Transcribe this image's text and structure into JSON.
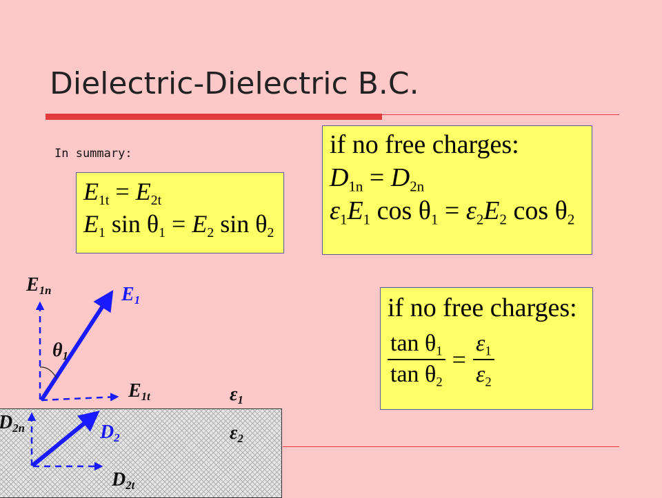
{
  "title": "Dielectric-Dielectric B.C.",
  "summary_label": "In summary:",
  "tangential_box": {
    "eq1": {
      "left": "E",
      "left_sub": "1t",
      "op": " = ",
      "right": "E",
      "right_sub": "2t"
    },
    "eq2": {
      "a": "E",
      "a_sub": "1",
      "b": " sin θ",
      "b_sub": "1",
      "op": " = ",
      "c": "E",
      "c_sub": "2",
      "d": " sin θ",
      "d_sub": "2"
    }
  },
  "normal_box": {
    "heading": "if no free charges:",
    "eq1": {
      "a": "D",
      "a_sub": "1n",
      "op": " = ",
      "b": "D",
      "b_sub": "2n"
    },
    "eq2": {
      "a": "ε",
      "a_sub": "1",
      "b": "E",
      "b_sub": "1",
      "c": " cos θ",
      "c_sub": "1",
      "op": " = ",
      "d": "ε",
      "d_sub": "2",
      "e": "E",
      "e_sub": "2",
      "f": " cos θ",
      "f_sub": "2"
    }
  },
  "ratio_box": {
    "heading": "if no free charges:",
    "num_left": "tan θ",
    "num_left_sub": "1",
    "den_left": "tan θ",
    "den_left_sub": "2",
    "op": "=",
    "num_right": "ε",
    "num_right_sub": "1",
    "den_right": "ε",
    "den_right_sub": "2"
  },
  "diagram": {
    "E1n": {
      "main": "E",
      "sub": "1n"
    },
    "E1": {
      "main": "E",
      "sub": "1"
    },
    "theta1": {
      "main": "θ",
      "sub": "1"
    },
    "E1t": {
      "main": "E",
      "sub": "1t"
    },
    "eps1": {
      "main": "ε",
      "sub": "1"
    },
    "D2n": {
      "main": "D",
      "sub": "2n"
    },
    "D2": {
      "main": "D",
      "sub": "2"
    },
    "eps2": {
      "main": "ε",
      "sub": "2"
    },
    "D2t": {
      "main": "D",
      "sub": "2t"
    },
    "colors": {
      "vector": "#1a1aff",
      "region": "#e6e6e6",
      "box": "#ffff66",
      "background": "#ffc8c8",
      "rule": "#e23b3b"
    }
  }
}
